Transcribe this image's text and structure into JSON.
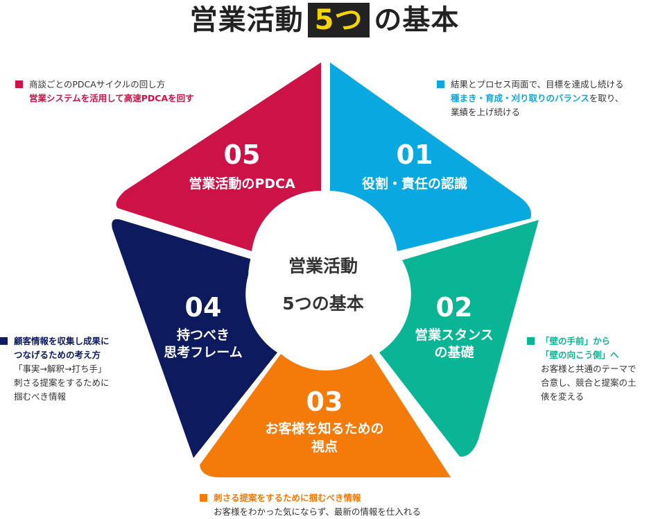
{
  "title": {
    "before": "営業活動",
    "highlight": "5つ",
    "after": "の基本"
  },
  "center": {
    "line1": "営業活動",
    "line2": "5つの基本"
  },
  "colors": {
    "s01": "#0aa8e0",
    "s02": "#0ab596",
    "s03": "#f47a0a",
    "s04": "#0d1a5e",
    "s05": "#cd1247",
    "title_highlight_bg": "#222222",
    "title_highlight_fg": "#f5d400"
  },
  "segments": [
    {
      "number": "01",
      "label1": "役割・責任の認識",
      "label2": ""
    },
    {
      "number": "02",
      "label1": "営業スタンス",
      "label2": "の基礎"
    },
    {
      "number": "03",
      "label1": "お客様を知るための",
      "label2": "視点"
    },
    {
      "number": "04",
      "label1": "持つべき",
      "label2": "思考フレーム"
    },
    {
      "number": "05",
      "label1": "営業活動のPDCA",
      "label2": ""
    }
  ],
  "notes": {
    "n01": {
      "line1": "結果とプロセス両面で、目標を達成し続ける",
      "line2_em": "種まき・育成・刈り取りのバランス",
      "line2_rest": "を取り、",
      "line3": "業績を上げ続ける"
    },
    "n02": {
      "line1": "「壁の手前」から",
      "line2": "「壁の向こう側」へ",
      "line3": "お客様と共通のテーマで",
      "line4": "合意し、競合と提案の土",
      "line5": "俵を変える"
    },
    "n03": {
      "line1": "刺さる提案をするために掴むべき情報",
      "line2": "お客様をわかった気にならず、最新の情報を仕入れる"
    },
    "n04": {
      "line1": "顧客情報を収集し成果に",
      "line2": "つなげるための考え方",
      "line3": "「事実→解釈→打ち手」",
      "line4": "刺さる提案をするために",
      "line5": "掴むべき情報"
    },
    "n05": {
      "line1": "商談ごとのPDCAサイクルの回し方",
      "line2": "営業システムを活用して高速PDCAを回す"
    }
  }
}
